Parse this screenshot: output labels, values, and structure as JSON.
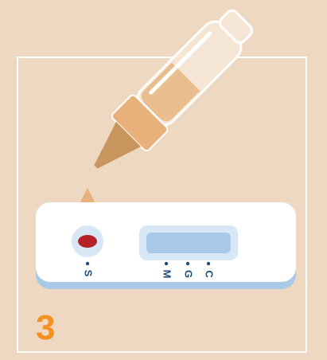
{
  "step": {
    "number": "3"
  },
  "test_cassette": {
    "labels": {
      "sample": "S",
      "m": "M",
      "g": "G",
      "c": "C"
    }
  },
  "colors": {
    "background": "#EFD8C2",
    "frame": "#FFFFFF",
    "step_number": "#F5911E",
    "label_text": "#1F4E79",
    "cassette_body": "#FFFFFF",
    "cassette_shadow": "#A8C9E8",
    "window": "#A8C9E8",
    "sample_blood": "#B4222A",
    "dropper_tip": "#C9955F",
    "dropper_collar": "#E8B07A",
    "liquid": "#E9BE8F",
    "drop": "#E8B07A"
  },
  "icons": [
    "dropper-bottle-icon",
    "liquid-drop-icon",
    "blood-sample-icon",
    "test-window-icon"
  ]
}
